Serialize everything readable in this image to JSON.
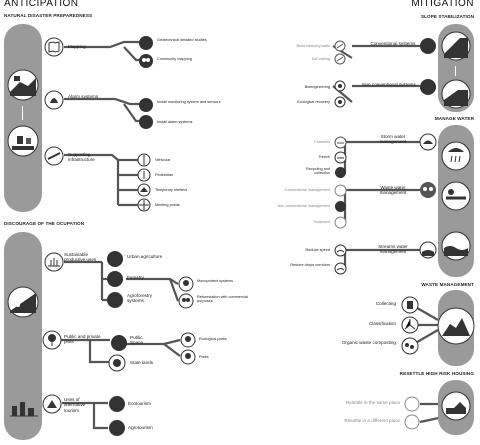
{
  "headers": {
    "anticipation": "ANTICIPATION",
    "mitigation": "MITIGATION"
  },
  "sections": {
    "natural_disaster": "NATURAL DISASTER PREPAREDNESS",
    "discourage": "DISCOURAGE OF THE OCUPATION",
    "slope": "SLOPE STABILIZATION",
    "manage_water": "MANAGE WATER",
    "waste": "WASTE MANAGEMENT",
    "resettle": "RESETTLE HIGH RISK HOUSING"
  },
  "anticipation": {
    "mapping": {
      "label": "Mapping",
      "children": [
        "Geotechnical detailed studies",
        "Community mapping"
      ]
    },
    "alarm": {
      "label": "Alarm systems",
      "children": [
        "Install monitoring system and sensors",
        "Install alarm systems"
      ]
    },
    "supporting": {
      "label": "Supporting infrastructure",
      "children": [
        "Vehicular",
        "Pedestrian",
        "Temporary shelters",
        "Meeting points"
      ]
    },
    "sustainable": {
      "label": "Sustainable productive uses",
      "children": [
        "Urban agriculture",
        "Forestry",
        "Agroforestry systems"
      ],
      "forestry_children": [
        "Monoprotect systems",
        "Reforestation with commercial purposes"
      ]
    },
    "public": {
      "label": "Public and private plots",
      "children": [
        "Public Space",
        "State lands"
      ],
      "space_children": [
        "Ecological parks",
        "Parks"
      ]
    },
    "alternative": {
      "label": "Uses of alternative tourism",
      "children": [
        "Ecotourism",
        "Agrotourism"
      ]
    }
  },
  "mitigation": {
    "slope": {
      "conventional": "Conventional systems",
      "non_conventional": "Non conventional systems",
      "conv_children": [
        "Build retaining walls",
        "Soil nailing"
      ],
      "nonconv_children": [
        "Bioengineering",
        "Ecological recovery"
      ]
    },
    "water": {
      "storm": "Storm water management",
      "waste_water": "Waste water management",
      "streams": "Streams water management",
      "storm_children": [
        "Channels",
        "Trench",
        "Recycling and collection"
      ],
      "waste_children": [
        "Conventional management",
        "Non conventional management",
        "Treatment"
      ],
      "streams_children": [
        "Reduce speed",
        "Restore drops corridors"
      ]
    },
    "waste": {
      "items": [
        "Collecting",
        "Classification",
        "Organic waste composting"
      ]
    },
    "resettle": {
      "items": [
        "Resettle in the same place",
        "Resettle in a different place"
      ]
    }
  }
}
